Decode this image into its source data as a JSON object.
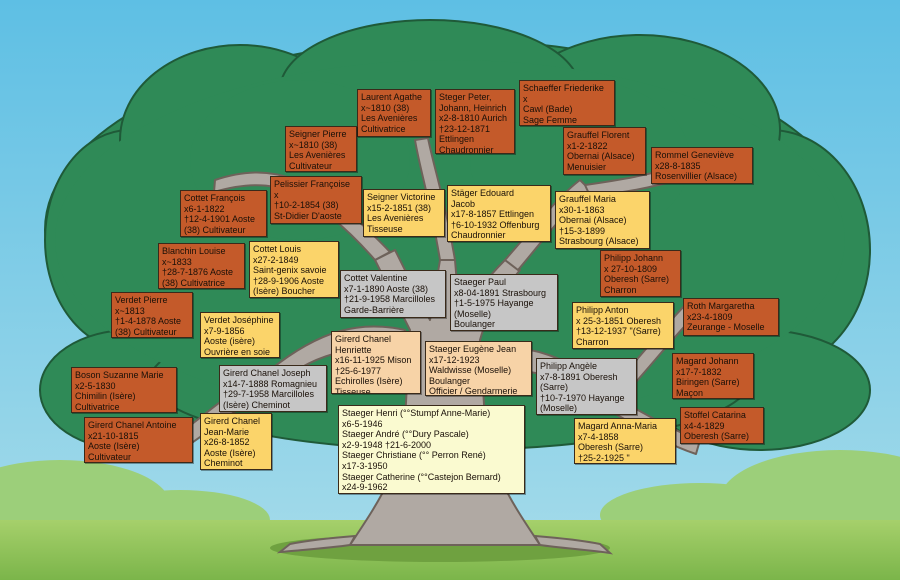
{
  "colors": {
    "sky": "#74c8e4",
    "canopy": "#2f8a57",
    "trunk": "#b0a9a3",
    "grass": "#8fc458",
    "generation_ancestor": "#c45a2a",
    "generation_great_grandparent": "#f0a34a",
    "generation_grandparent": "#fbd46a",
    "generation_parent": "#c6c6c6",
    "generation_child": "#f7d3a7",
    "descendants": "#fafad0"
  },
  "boxes": {
    "laurent_agathe": "Laurent Agathe\nx~1810 (38)\nLes Avenières\nCultivatrice",
    "steger_peter": "Steger Peter,\nJohann, Heinrich\nx2-8-1810 Aurich\n†23-12-1871\nEttlingen\nChaudronnier",
    "schaeffer_friederike": "Schaeffer Friederike\nx\nCawl (Bade)\nSage Femme",
    "seigner_pierre": "Seigner Pierre\nx~1810 (38)\nLes Avenières\nCultivateur",
    "grauffel_florent": "Grauffel Florent\nx1-2-1822\nObernai (Alsace)\nMenuisier",
    "rommel_genevieve": "Rommel Geneviève\nx28-8-1835\nRosenvillier (Alsace)",
    "pelissier_francoise": "Pelissier Françoise\nx\n†10-2-1854 (38)\nSt-Didier D'aoste",
    "cottet_francois": "Cottet François\nx6-1-1822\n†12-4-1901 Aoste\n(38) Cultivateur",
    "seigner_victorine": "Seigner Victorine\nx15-2-1851 (38)\nLes Avenières\nTisseuse",
    "stager_edouard": "Stäger Edouard\nJacob\nx17-8-1857 Ettlingen\n†6-10-1932 Offenburg\nChaudronnier",
    "grauffel_maria": "Grauffel Maria\nx30-1-1863\nObernai (Alsace)\n†15-3-1899\nStrasbourg (Alsace)",
    "blanchin_louise": "Blanchin Louise\nx~1833\n†28-7-1876 Aoste\n(38) Cultivatrice",
    "cottet_louis": "Cottet Louis\nx27-2-1849\nSaint-genix savoie\n†28-9-1906 Aoste\n(Isère) Boucher",
    "philipp_johann": "Philipp Johann\nx 27-10-1809\nOberesh (Sarre)\nCharron",
    "cottet_valentine": "Cottet Valentine\nx7-1-1890 Aoste (38)\n†21-9-1958 Marcilloles\nGarde-Barrière",
    "staeger_paul": "Staeger Paul\nx8-04-1891 Strasbourg\n†1-5-1975 Hayange\n(Moselle)\nBoulanger",
    "verdet_pierre": "Verdet Pierre\nx~1813\n†1-4-1878 Aoste\n(38) Cultivateur",
    "roth_margaretha": "Roth Margaretha\nx23-4-1809\nZeurange - Moselle",
    "verdet_josephine": "Verdet Joséphine\nx7-9-1856\nAoste (isère)\nOuvrière en soie",
    "philipp_anton": "Philipp Anton\nx 25-3-1851 Oberesh\n†13-12-1937 \"(Sarre)\nCharron",
    "girerd_henriette": "Girerd Chanel\nHenriette\nx16-11-1925 Mison\n†25-6-1977\nEchirolles (Isère)\nTisseuse",
    "staeger_eugene": "Staeger Eugène Jean\nx17-12-1923\nWaldwisse (Moselle)\nBoulanger\nOfficier / Gendarmerie",
    "philipp_angele": "Philipp Angèle\nx7-8-1891 Oberesh\n(Sarre)\n†10-7-1970 Hayange\n(Moselle)",
    "magard_johann": "Magard Johann\nx17-7-1832\nBiringen (Sarre)\nMaçon",
    "boson_suzanne": "Boson Suzanne Marie\nx2-5-1830\nChimilin (Isère)\nCultivatrice",
    "girerd_joseph": "Girerd Chanel Joseph\nx14-7-1888 Romagnieu\n†29-7-1958 Marcilloles\n(Isère) Cheminot",
    "stoffel_catarina": "Stoffel Catarina\nx4-4-1829\nOberesh (Sarre)",
    "girerd_antoine": "Girerd Chanel Antoine\nx21-10-1815\nAoste (Isère)\nCultivateur",
    "girerd_jean_marie": "Girerd Chanel\nJean-Marie\nx26-8-1852\nAoste (Isère)\nCheminot",
    "staeger_children": "Staeger Henri (°°Stumpf Anne-Marie)\nx6-5-1946\nStaeger André (°°Dury Pascale)\nx2-9-1948 †21-6-2000\nStaeger Christiane (°° Perron René)\nx17-3-1950\nStaeger Catherine (°°Castejon Bernard)\nx24-9-1962",
    "magard_anna_maria": "Magard Anna-Maria\nx7-4-1858\nOberesh (Sarre)\n†25-2-1925 \""
  }
}
